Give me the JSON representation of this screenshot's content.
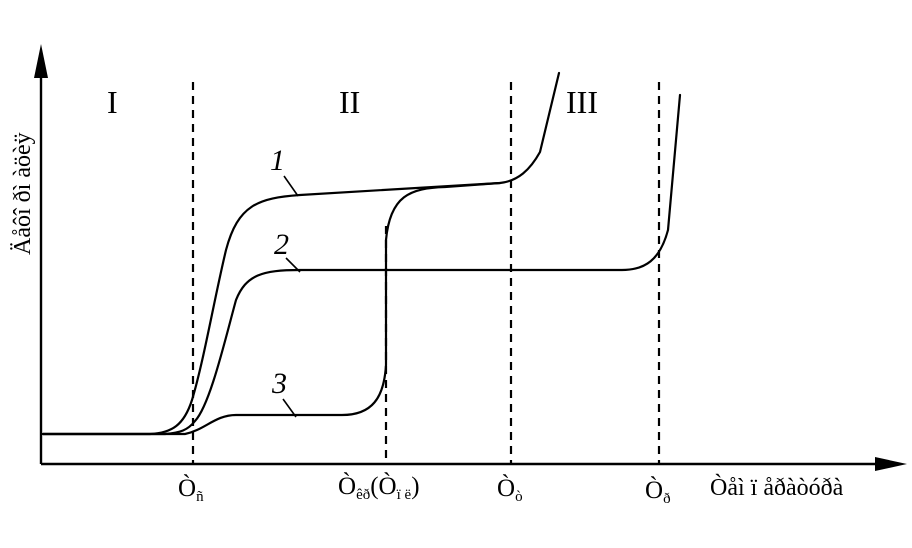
{
  "diagram": {
    "y_axis_title": "Äåôî ðì àöèÿ",
    "x_axis_title": "Òåì ï åðàòóðà",
    "regions": [
      "I",
      "II",
      "III"
    ],
    "ticks": [
      {
        "main": "Ò",
        "sub": "ñ",
        "after": ""
      },
      {
        "main": "Ò",
        "sub": "êð",
        "after": "(Ò",
        "sub2": "ï ë",
        "after2": ")"
      },
      {
        "main": "Ò",
        "sub": "ò",
        "after": ""
      },
      {
        "main": "Ò",
        "sub": "ð",
        "after": ""
      }
    ],
    "curve_labels": [
      "1",
      "2",
      "3"
    ]
  }
}
